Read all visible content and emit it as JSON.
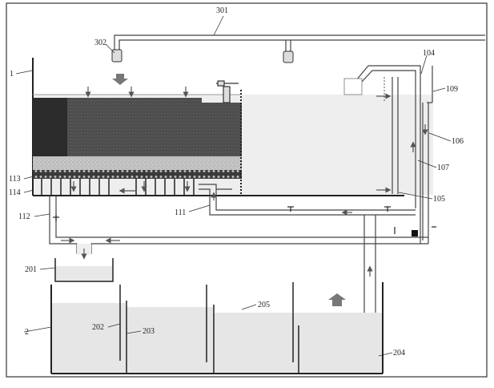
{
  "figure": {
    "labels": {
      "l1": "1",
      "l2": "2",
      "l104": "104",
      "l105": "105",
      "l106": "106",
      "l107": "107",
      "l109": "109",
      "l111": "111",
      "l112": "112",
      "l113": "113",
      "l114": "114",
      "l201": "201",
      "l202": "202",
      "l203": "203",
      "l204": "204",
      "l205": "205",
      "l301": "301",
      "l302": "302"
    },
    "colors": {
      "line": "#222222",
      "water": "#e6e6e6",
      "pipe_fill": "#efefef",
      "media_dark": "#4a4a4a",
      "media_black": "#2a2a2a",
      "gravel": "#bdbdbd",
      "arrow": "#666666"
    }
  }
}
